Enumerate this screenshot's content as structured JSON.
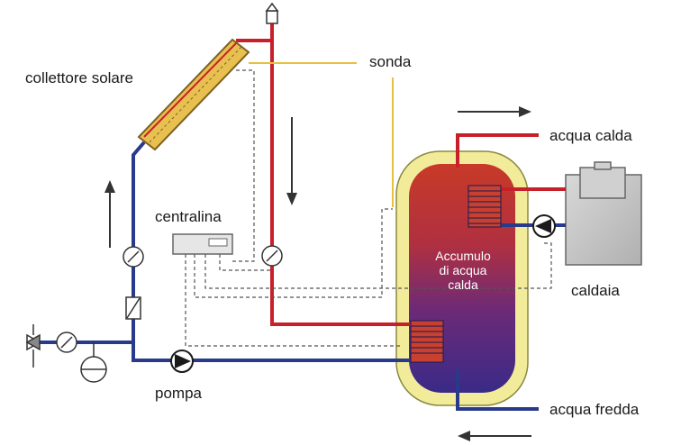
{
  "labels": {
    "solar_collector": "collettore solare",
    "probe": "sonda",
    "hot_water": "acqua calda",
    "controller": "centralina",
    "boiler": "caldaia",
    "pump": "pompa",
    "cold_water": "acqua fredda"
  },
  "tank": {
    "line1": "Accumulo",
    "line2": "di acqua",
    "line3": "calda"
  },
  "colors": {
    "hot_pipe": "#c8202a",
    "cold_pipe": "#2a3a8a",
    "probe_wire": "#e8c040",
    "control_wire": "#555555",
    "tank_shell": "#f2ec9a",
    "tank_top": "#c83a28",
    "tank_bottom": "#3a2a88",
    "boiler": "#c8c8c8"
  }
}
